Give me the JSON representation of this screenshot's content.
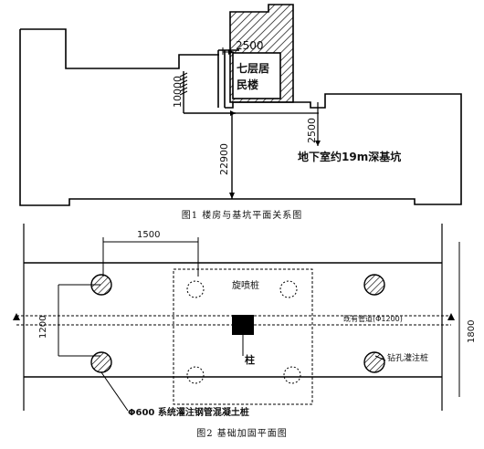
{
  "figure1": {
    "caption": "图1  楼房与基坑平面关系图",
    "labels": {
      "dim_top": "2500",
      "building_line1": "七层居",
      "building_line2": "民楼",
      "dim_left_height": "10000",
      "dim_pit_right": "2500",
      "dim_vertical": "22900",
      "pit_label": "地下室约19m深基坑"
    }
  },
  "figure2": {
    "caption": "图2  基础加固平面图",
    "labels": {
      "dim_spacing": "1500",
      "pile_label": "旋喷桩",
      "left_dim": "1200",
      "pipe_label": "既有管道(Φ1200)",
      "column_label": "柱",
      "right_dim": "1800",
      "right_pile_label": "钻孔灌注桩",
      "bottom_label": "Φ600 系统灌注钢管混凝土桩"
    }
  }
}
